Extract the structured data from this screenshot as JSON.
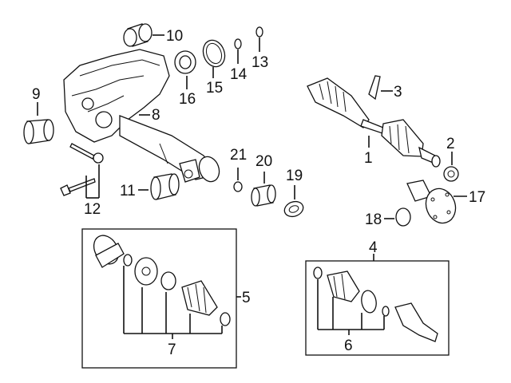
{
  "callouts": [
    {
      "id": "1",
      "text": "1"
    },
    {
      "id": "2",
      "text": "2"
    },
    {
      "id": "3",
      "text": "3"
    },
    {
      "id": "4",
      "text": "4"
    },
    {
      "id": "5",
      "text": "5"
    },
    {
      "id": "6",
      "text": "6"
    },
    {
      "id": "7",
      "text": "7"
    },
    {
      "id": "8",
      "text": "8"
    },
    {
      "id": "9",
      "text": "9"
    },
    {
      "id": "10",
      "text": "10"
    },
    {
      "id": "11",
      "text": "11"
    },
    {
      "id": "12",
      "text": "12"
    },
    {
      "id": "13",
      "text": "13"
    },
    {
      "id": "14",
      "text": "14"
    },
    {
      "id": "15",
      "text": "15"
    },
    {
      "id": "16",
      "text": "16"
    },
    {
      "id": "17",
      "text": "17"
    },
    {
      "id": "18",
      "text": "18"
    },
    {
      "id": "19",
      "text": "19"
    },
    {
      "id": "20",
      "text": "20"
    },
    {
      "id": "21",
      "text": "21"
    }
  ],
  "colors": {
    "line": "#111111",
    "background": "#ffffff"
  }
}
